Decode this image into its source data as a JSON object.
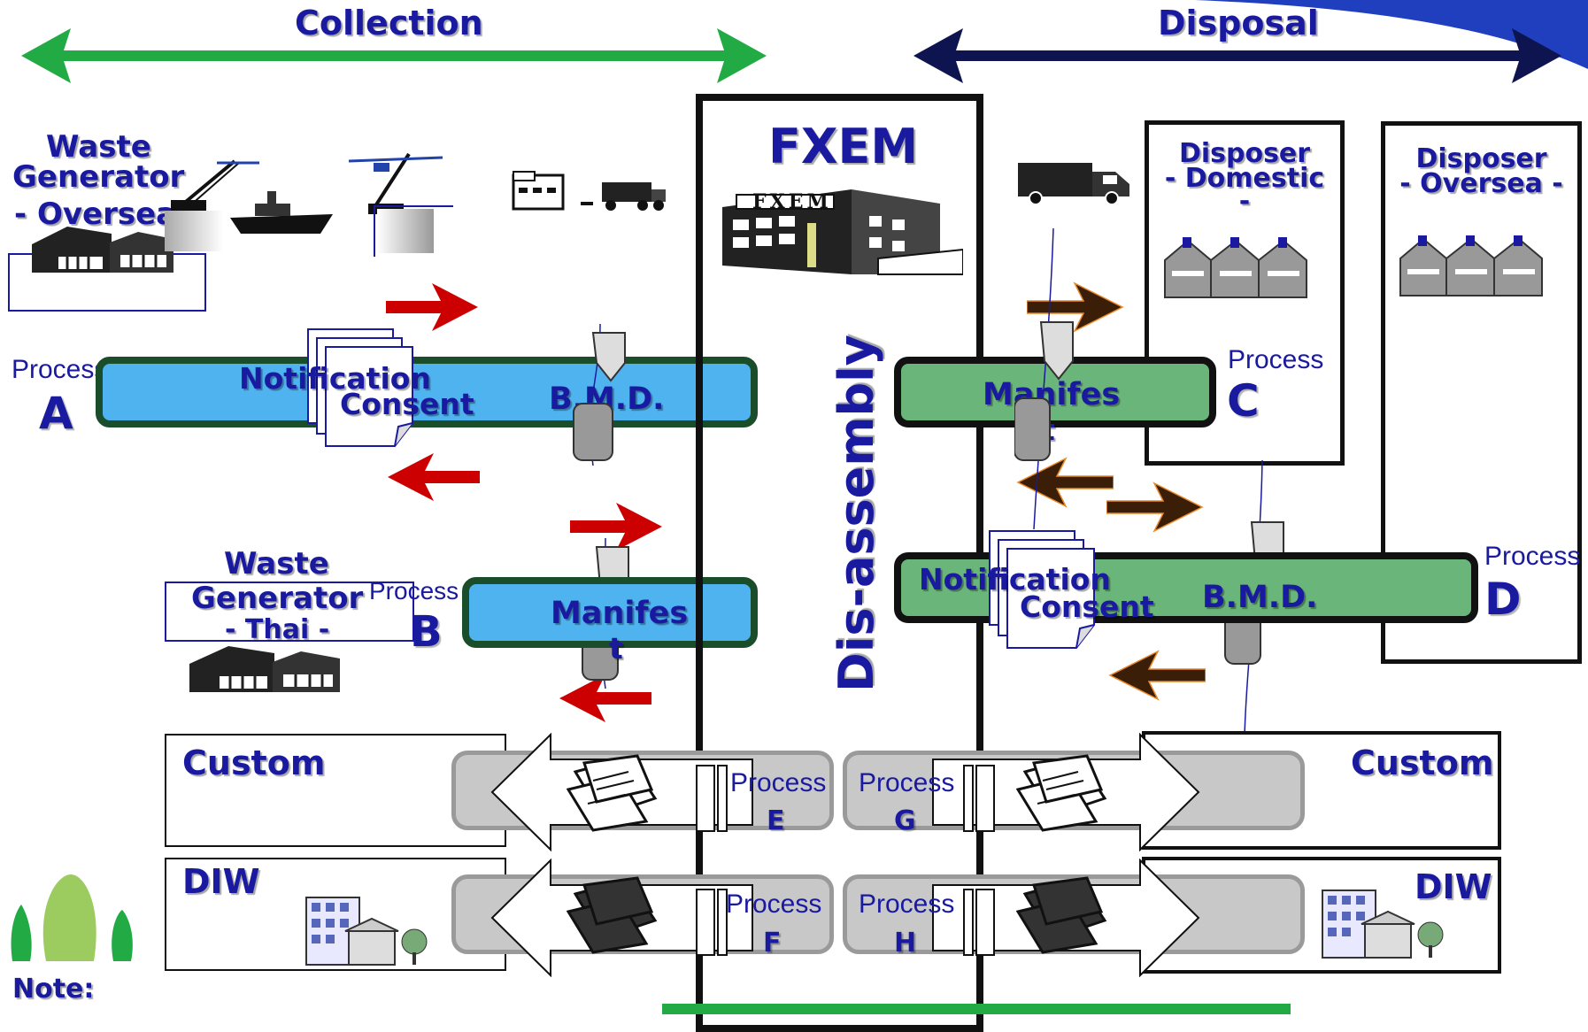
{
  "headers": {
    "collection": "Collection",
    "disposal": "Disposal"
  },
  "center": {
    "title": "FXEM",
    "logo_text": "FXEM",
    "vertical_label": "Dis-assembly"
  },
  "left": {
    "generator_oversea": {
      "line1": "Waste",
      "line2": "Generator",
      "line3": "- Oversea"
    },
    "generator_thai": {
      "line1": "Waste",
      "line2": "Generator",
      "line3": "- Thai -"
    },
    "custom_label": "Custom",
    "diw_label": "DIW",
    "note_label": "Note:"
  },
  "right": {
    "disposer_domestic": {
      "line1": "Disposer",
      "line2": "- Domestic",
      "line3": "-"
    },
    "disposer_oversea": {
      "line1": "Disposer",
      "line2": "- Oversea -"
    },
    "custom_label": "Custom",
    "diw_label": "DIW"
  },
  "processes": {
    "a": {
      "word": "Process",
      "letter": "A"
    },
    "b": {
      "word": "Process",
      "letter": "B"
    },
    "c": {
      "word": "Process",
      "letter": "C"
    },
    "d": {
      "word": "Process",
      "letter": "D"
    },
    "e": {
      "word": "Process",
      "letter": "E"
    },
    "f": {
      "word": "Process",
      "letter": "F"
    },
    "g": {
      "word": "Process",
      "letter": "G"
    },
    "h": {
      "word": "Process",
      "letter": "H"
    }
  },
  "bars": {
    "a": {
      "doc1": "Notification",
      "doc2": "Consent",
      "doc3": "B.M.D."
    },
    "b": {
      "doc1a": "Manifes",
      "doc1b": "t"
    },
    "c": {
      "doc1a": "Manifes",
      "doc1b": "t"
    },
    "d": {
      "doc1": "Notification",
      "doc2": "Consent",
      "doc3": "B.M.D."
    }
  },
  "colors": {
    "collection_arrow": "#22aa44",
    "disposal_arrow": "#0d1450",
    "blue_bar": "#4fb3ef",
    "green_bar": "#6ab67a",
    "red_arrow": "#cc0000",
    "brown_arrow": "#3a1e08",
    "text_blue": "#1a1aa0"
  }
}
